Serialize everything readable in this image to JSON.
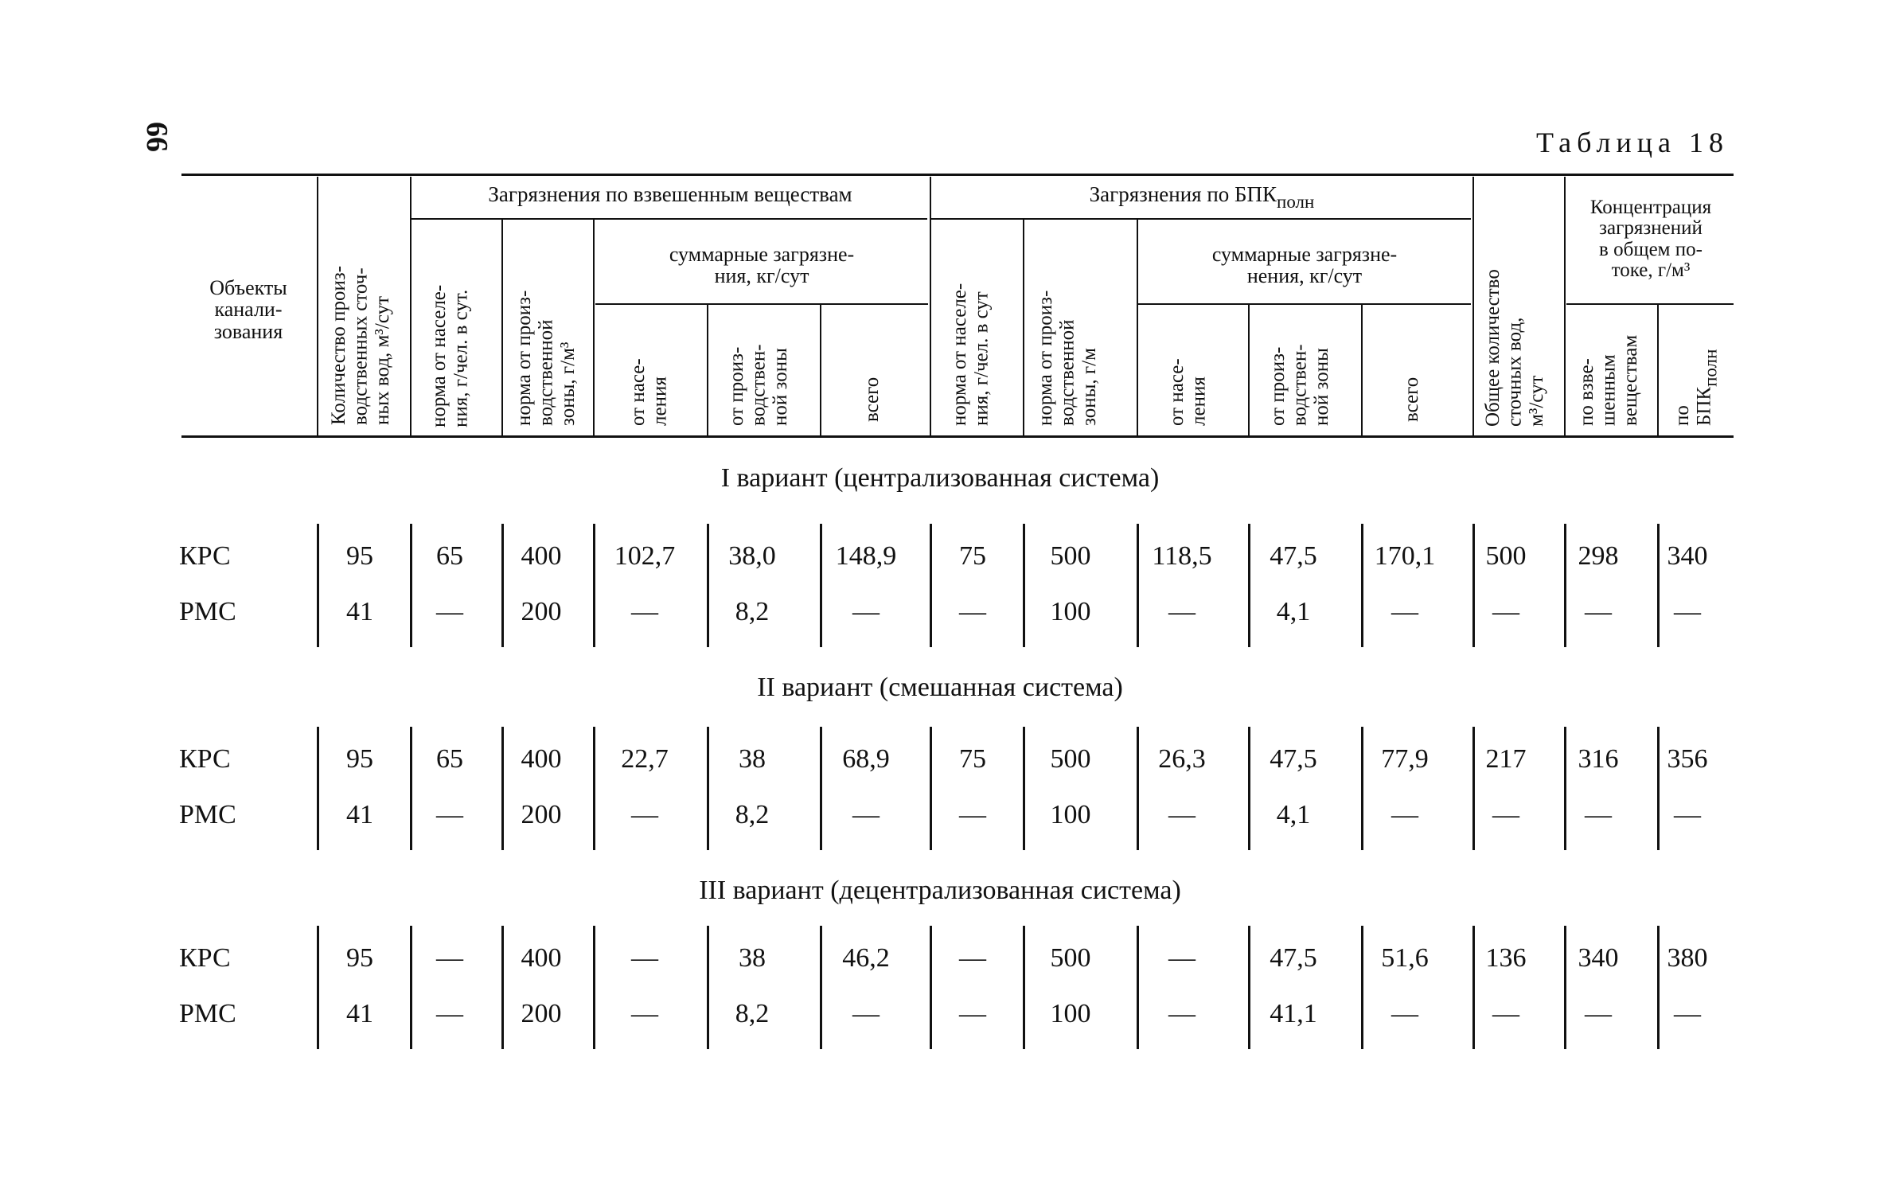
{
  "page_number": "66",
  "table_title": "Таблица 18",
  "headers": {
    "objects": "Объекты\nканали-\nзования",
    "qty_prod": "Количество произ-\nводственных сточ-\nных вод, м³/сут",
    "group_suspended": "Загрязнения по взвешенным веществам",
    "group_bpk_prefix": "Загрязнения по БПК",
    "group_bpk_sub": "полн",
    "norm_pop_s": "норма от населе-\nния, г/чел. в сут.",
    "norm_prod_s": "норма от произ-\nводственной\nзоны, г/м³",
    "sum_s": "суммарные загрязне-\nния, кг/сут",
    "from_pop_s": "от насе-\nления",
    "from_prod_s": "от произ-\nводствен-\nной зоны",
    "total_s": "всего",
    "norm_pop_b": "норма от населе-\nния, г/чел. в сут",
    "norm_prod_b": "норма от произ-\nводственной\nзоны, г/м",
    "sum_b": "суммарные загрязне-\nнения, кг/сут",
    "from_pop_b": "от насе-\nления",
    "from_prod_b": "от произ-\nводствен-\nной зоны",
    "total_b": "всего",
    "total_flow": "Общее количество\nсточных вод,\nм³/сут",
    "conc": "Концентрация\nзагрязнений\nв общем по-\nтоке, г/м³",
    "conc_susp": "по взве-\nшенным\nвеществам",
    "conc_bpk_prefix": "по\nБПК",
    "conc_bpk_sub": "полн"
  },
  "sections": [
    {
      "title": "I вариант (централизованная система)",
      "rows": [
        {
          "label": "КРС",
          "cells": [
            "95",
            "65",
            "400",
            "102,7",
            "38,0",
            "148,9",
            "75",
            "500",
            "118,5",
            "47,5",
            "170,1",
            "500",
            "298",
            "340"
          ]
        },
        {
          "label": "РМС",
          "cells": [
            "41",
            "—",
            "200",
            "—",
            "8,2",
            "—",
            "—",
            "100",
            "—",
            "4,1",
            "—",
            "—",
            "—",
            "—"
          ]
        }
      ]
    },
    {
      "title": "II вариант (смешанная система)",
      "rows": [
        {
          "label": "КРС",
          "cells": [
            "95",
            "65",
            "400",
            "22,7",
            "38",
            "68,9",
            "75",
            "500",
            "26,3",
            "47,5",
            "77,9",
            "217",
            "316",
            "356"
          ]
        },
        {
          "label": "РМС",
          "cells": [
            "41",
            "—",
            "200",
            "—",
            "8,2",
            "—",
            "—",
            "100",
            "—",
            "4,1",
            "—",
            "—",
            "—",
            "—"
          ]
        }
      ]
    },
    {
      "title": "III вариант (децентрализованная система)",
      "rows": [
        {
          "label": "КРС",
          "cells": [
            "95",
            "—",
            "400",
            "—",
            "38",
            "46,2",
            "—",
            "500",
            "—",
            "47,5",
            "51,6",
            "136",
            "340",
            "380"
          ]
        },
        {
          "label": "РМС",
          "cells": [
            "41",
            "—",
            "200",
            "—",
            "8,2",
            "—",
            "—",
            "100",
            "—",
            "41,1",
            "—",
            "—",
            "—",
            "—"
          ]
        }
      ]
    }
  ]
}
